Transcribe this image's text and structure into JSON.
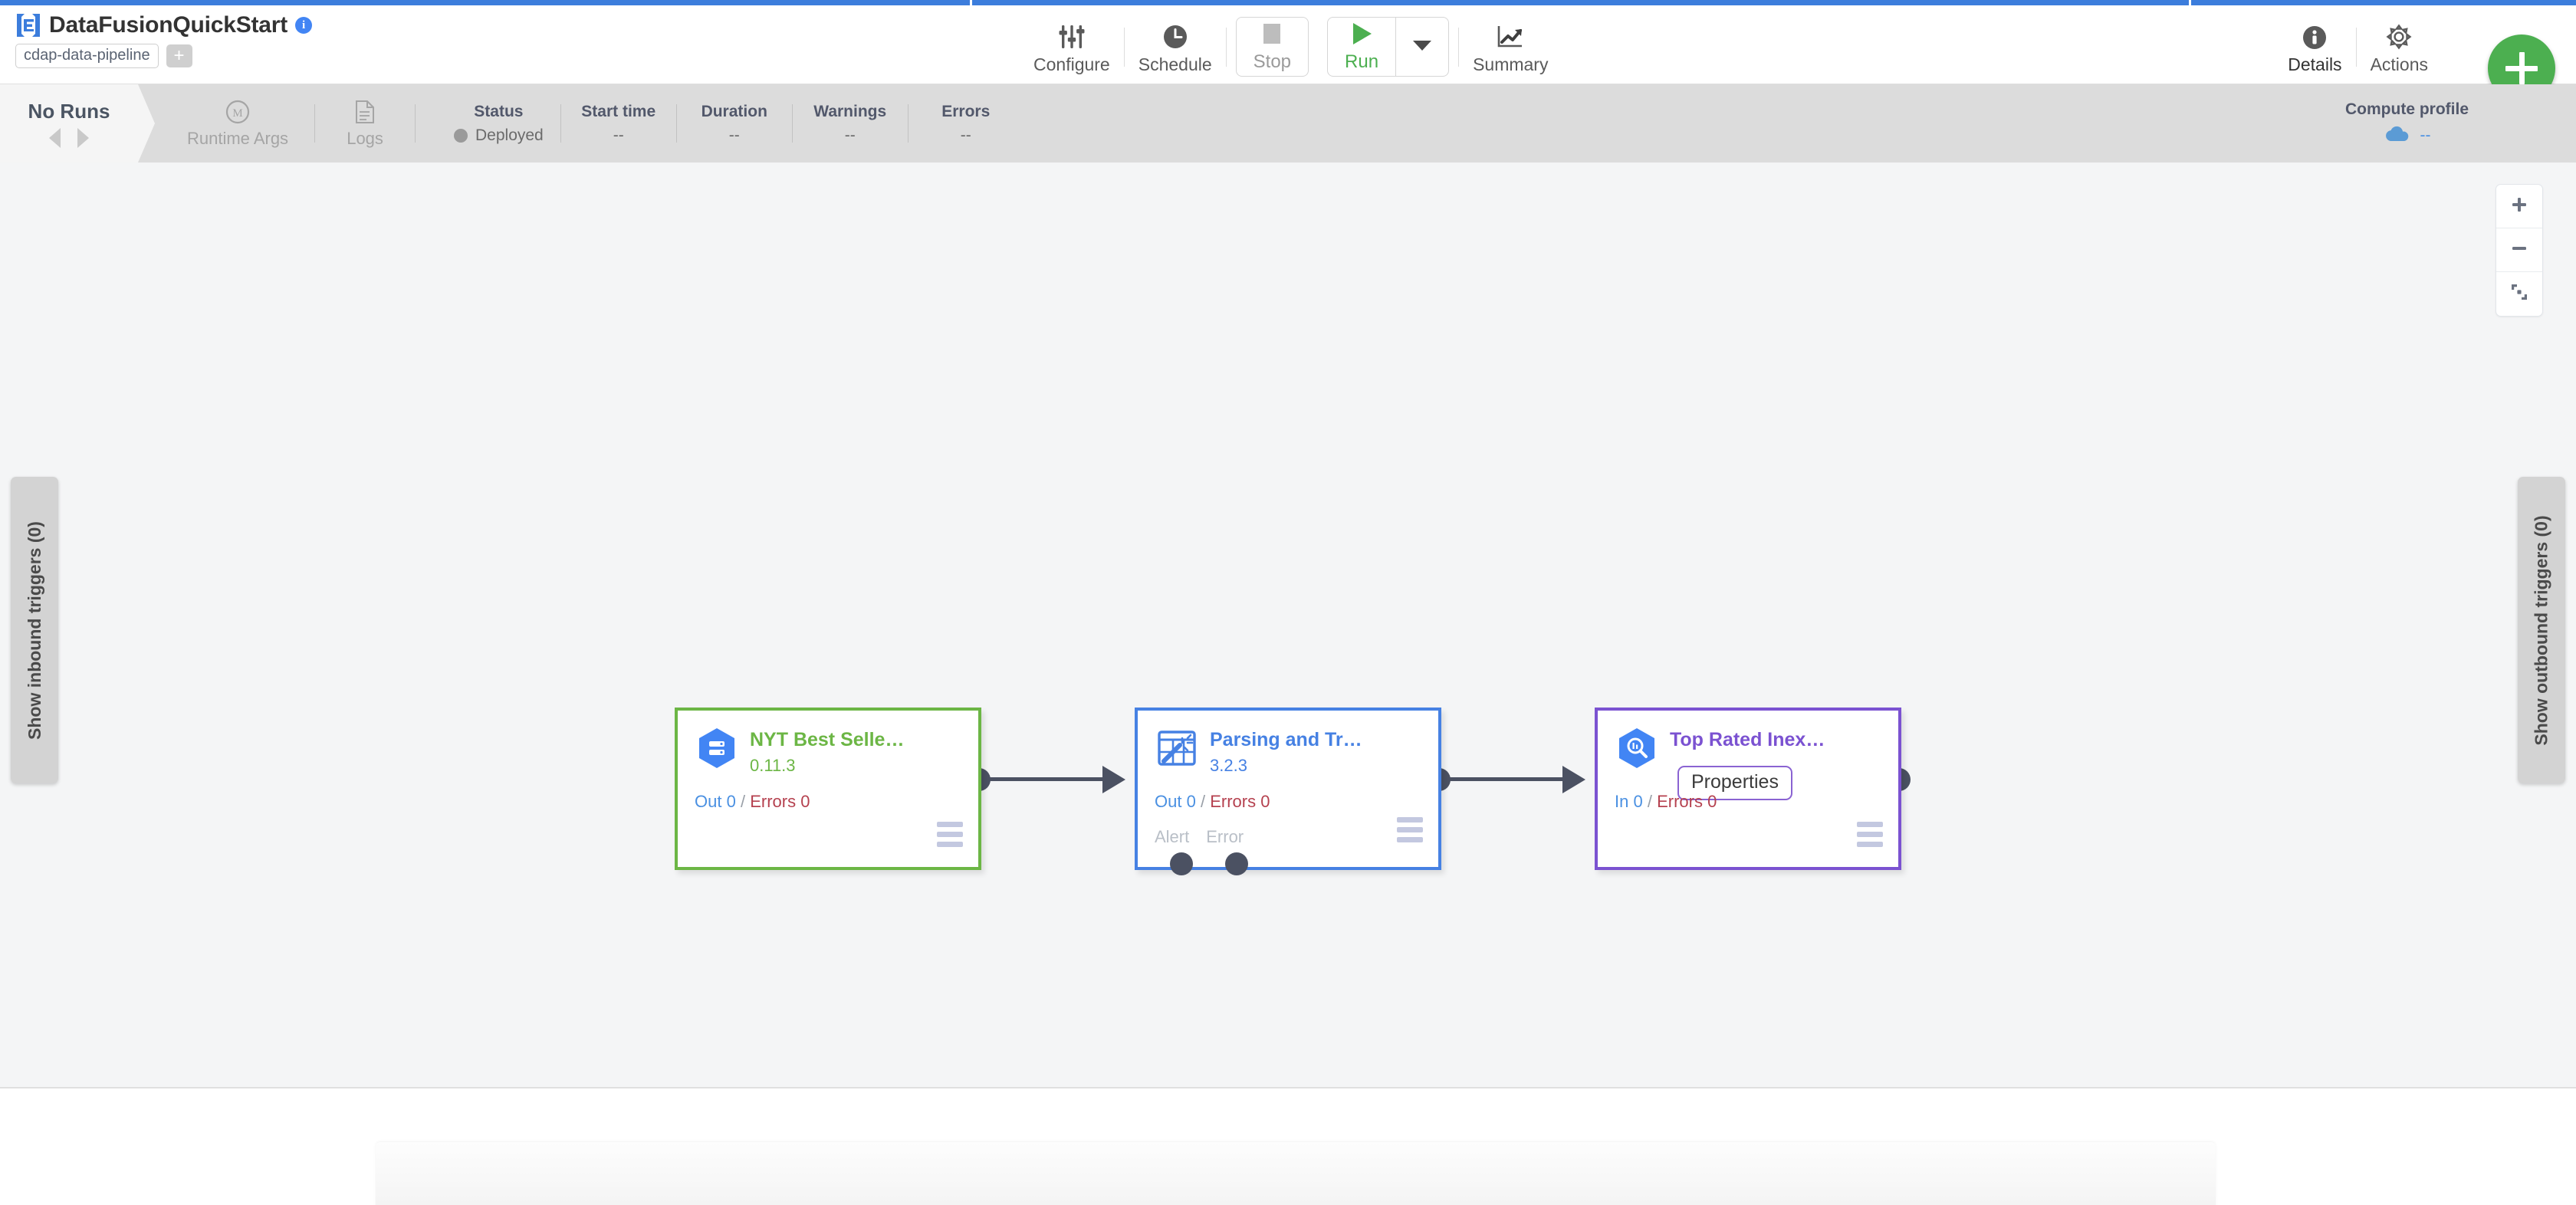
{
  "header": {
    "logo_icon": "cdap-logo-icon",
    "pipeline_name": "DataFusionQuickStart",
    "info_icon": "info-icon",
    "artifact_chip": "cdap-data-pipeline",
    "add_tag_label": "+",
    "toolbar": [
      {
        "icon": "sliders-icon",
        "label": "Configure"
      },
      {
        "icon": "clock-icon",
        "label": "Schedule"
      }
    ],
    "stop_label": "Stop",
    "stop_icon": "stop-square-icon",
    "run_label": "Run",
    "run_icon": "play-triangle-icon",
    "run_caret_icon": "caret-down-icon",
    "summary_label": "Summary",
    "summary_icon": "trend-chart-icon",
    "details_label": "Details",
    "details_icon": "info-circle-icon",
    "actions_label": "Actions",
    "actions_icon": "gear-icon",
    "fab_icon": "plus-icon"
  },
  "statusbar": {
    "runs_title": "No Runs",
    "prev_icon": "caret-left-icon",
    "next_icon": "caret-right-icon",
    "items": [
      {
        "icon": "macro-m-icon",
        "label": "Runtime Args"
      },
      {
        "icon": "document-icon",
        "label": "Logs"
      }
    ],
    "metrics": [
      {
        "head": "Status",
        "value": "Deployed",
        "has_dot": true
      },
      {
        "head": "Start time",
        "value": "--",
        "has_dot": false
      },
      {
        "head": "Duration",
        "value": "--",
        "has_dot": false
      },
      {
        "head": "Warnings",
        "value": "--",
        "has_dot": false
      },
      {
        "head": "Errors",
        "value": "--",
        "has_dot": false
      }
    ],
    "compute_profile_head": "Compute profile",
    "compute_profile_icon": "cloud-icon",
    "compute_profile_value": "--"
  },
  "canvas": {
    "zoom_in_icon": "plus-icon",
    "zoom_out_icon": "minus-icon",
    "fit_icon": "fit-screen-icon",
    "trigger_inbound": "Show inbound triggers (0)",
    "trigger_outbound": "Show outbound triggers (0)"
  },
  "nodes": [
    {
      "id": "source",
      "icon": "bigquery-source-icon",
      "name": "NYT Best Selle…",
      "version": "0.11.3",
      "metric_a_label": "Out 0",
      "metric_sep": "/",
      "metric_b_label": "Errors 0",
      "menu_icon": "hamburger-menu-icon",
      "accent": "#6cb645"
    },
    {
      "id": "transform",
      "icon": "wrangler-icon",
      "name": "Parsing and Tr…",
      "version": "3.2.3",
      "metric_a_label": "Out 0",
      "metric_sep": "/",
      "metric_b_label": "Errors 0",
      "port_alert_label": "Alert",
      "port_error_label": "Error",
      "menu_icon": "hamburger-menu-icon",
      "accent": "#4681e3"
    },
    {
      "id": "sink",
      "icon": "bigquery-sink-icon",
      "name": "Top Rated Inex…",
      "badge": "Properties",
      "metric_a_label": "In 0",
      "metric_sep": "/",
      "metric_b_label": "Errors 0",
      "menu_icon": "hamburger-menu-icon",
      "accent": "#7b52d1"
    }
  ],
  "colors": {
    "brand_blue": "#3c7ddc",
    "green": "#4caf50",
    "node_green": "#6cb645",
    "node_blue": "#4681e3",
    "node_purple": "#7b52d1",
    "error_red": "#b5414f",
    "link_blue": "#4a90e2",
    "canvas_bg": "#f4f5f6",
    "statusbar_bg": "#dcdcdc"
  }
}
